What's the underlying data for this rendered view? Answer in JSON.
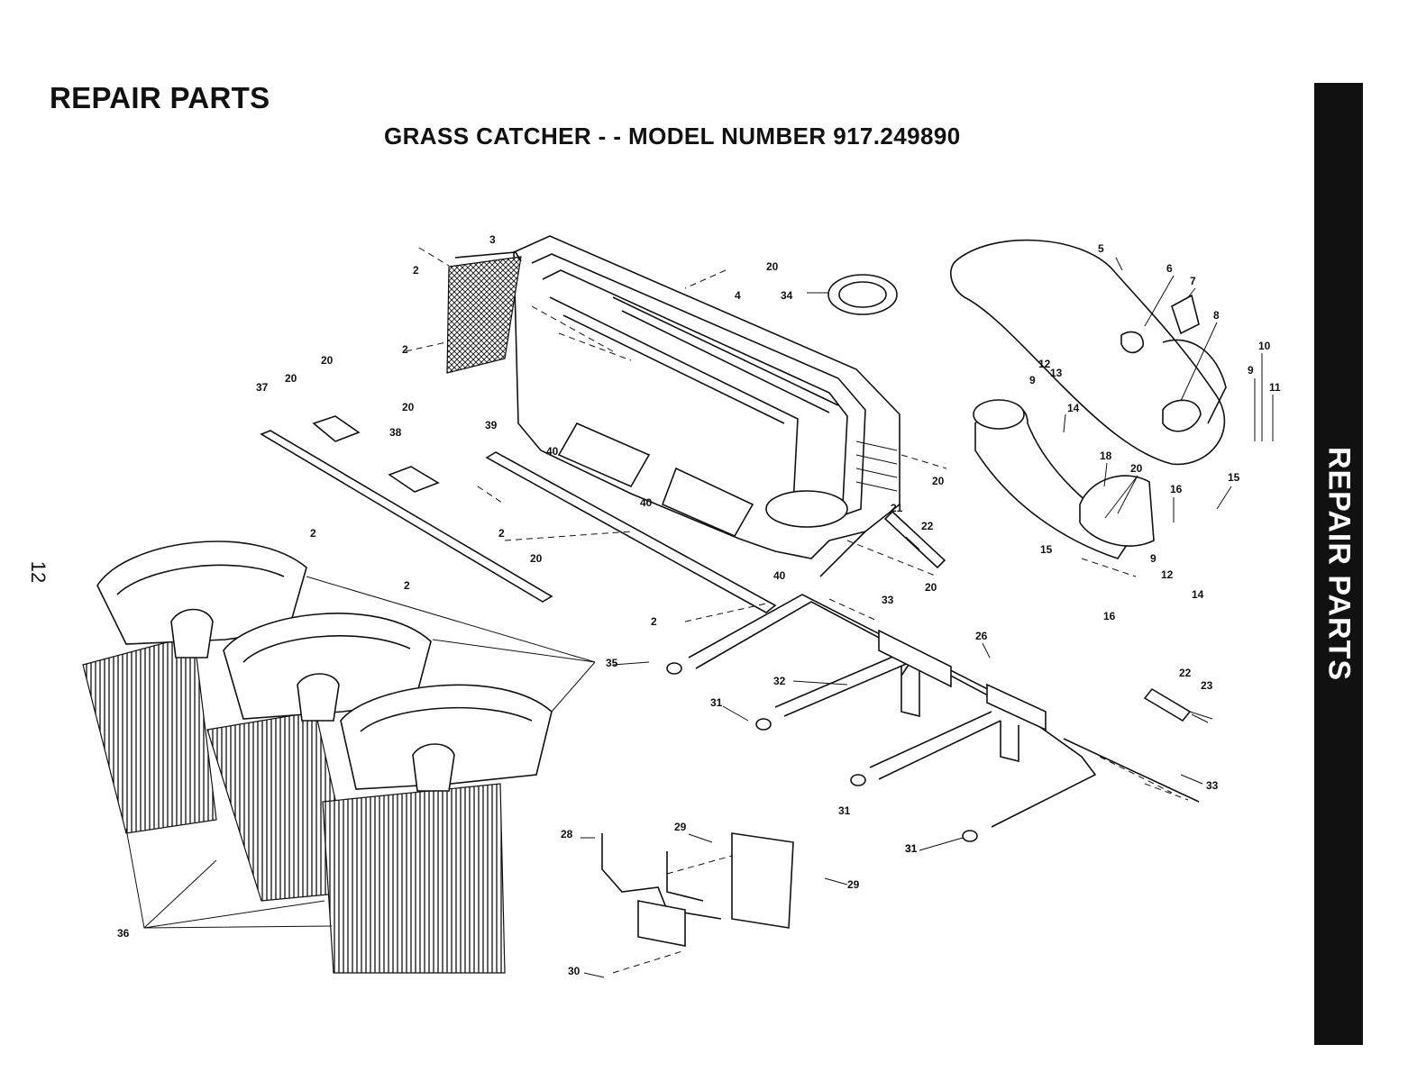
{
  "header": {
    "title": "REPAIR PARTS",
    "subtitle": "GRASS CATCHER - - MODEL NUMBER 917.249890"
  },
  "page_number": "12",
  "side_tab": {
    "label": "REPAIR PARTS"
  },
  "callouts": [
    "2",
    "3",
    "2",
    "20",
    "4",
    "34",
    "5",
    "6",
    "7",
    "8",
    "10",
    "9",
    "11",
    "12",
    "13",
    "9",
    "14",
    "20",
    "37",
    "20",
    "20",
    "20",
    "38",
    "39",
    "40",
    "18",
    "20",
    "15",
    "16",
    "2",
    "2",
    "40",
    "20",
    "21",
    "22",
    "20",
    "2",
    "9",
    "15",
    "12",
    "14",
    "16",
    "40",
    "2",
    "33",
    "26",
    "35",
    "32",
    "31",
    "22",
    "23",
    "31",
    "31",
    "33",
    "28",
    "29",
    "29",
    "31",
    "36",
    "30"
  ]
}
